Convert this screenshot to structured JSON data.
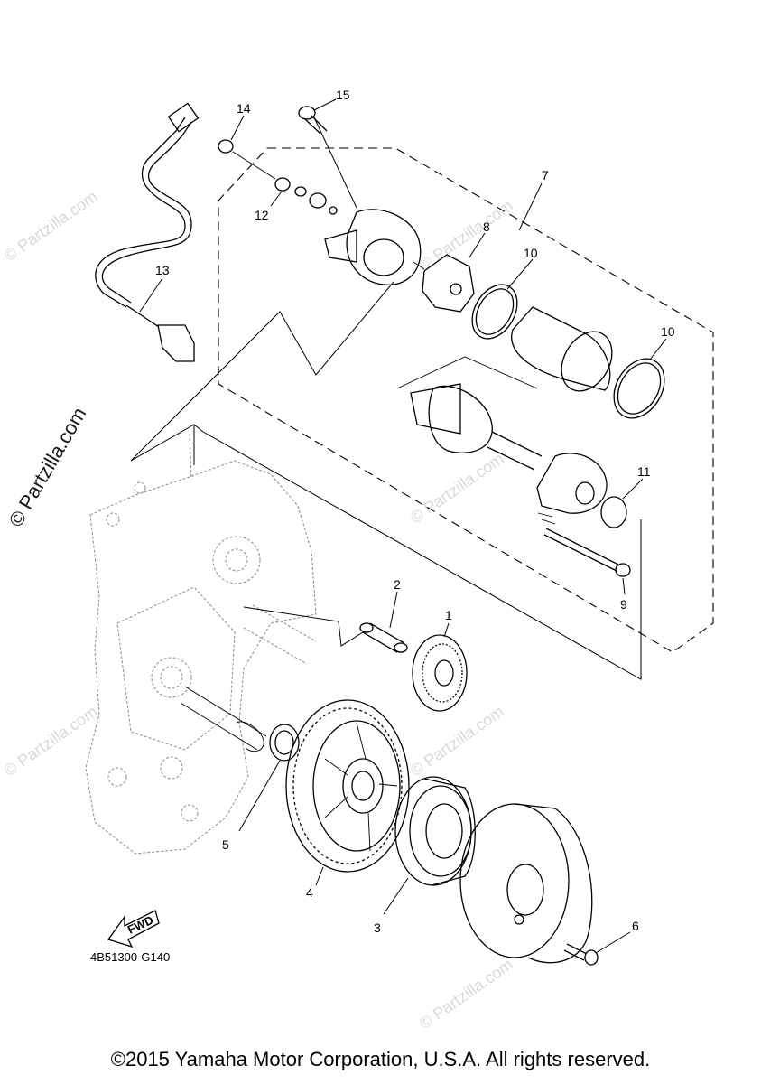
{
  "callouts": [
    {
      "id": "1",
      "text": "1"
    },
    {
      "id": "2",
      "text": "2"
    },
    {
      "id": "3",
      "text": "3"
    },
    {
      "id": "4",
      "text": "4"
    },
    {
      "id": "5",
      "text": "5"
    },
    {
      "id": "6",
      "text": "6"
    },
    {
      "id": "7",
      "text": "7"
    },
    {
      "id": "8",
      "text": "8"
    },
    {
      "id": "9",
      "text": "9"
    },
    {
      "id": "10a",
      "text": "10"
    },
    {
      "id": "10b",
      "text": "10"
    },
    {
      "id": "11",
      "text": "11"
    },
    {
      "id": "12",
      "text": "12"
    },
    {
      "id": "13",
      "text": "13"
    },
    {
      "id": "14",
      "text": "14"
    },
    {
      "id": "15",
      "text": "15"
    }
  ],
  "diagram_code": "4B51300-G140",
  "fwd_label": "FWD",
  "watermark": "© Partzilla.com",
  "copyright": "©2015 Yamaha Motor Corporation, U.S.A. All rights reserved."
}
